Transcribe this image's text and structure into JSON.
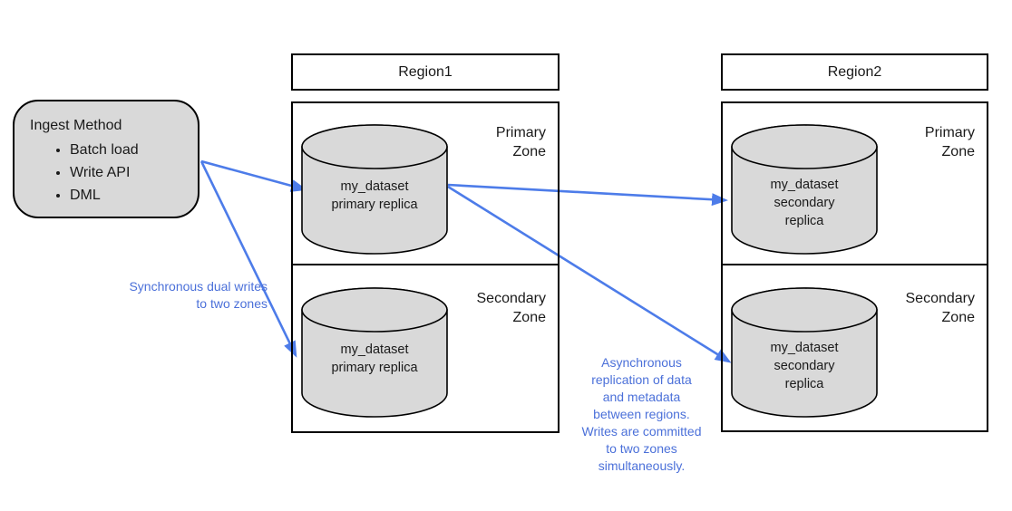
{
  "colors": {
    "arrow": "#4d7ce9",
    "annotation": "#4b70d9",
    "shapeFill": "#d9d9d9",
    "shapeStroke": "#000000"
  },
  "ingest": {
    "title": "Ingest Method",
    "items": [
      "Batch load",
      "Write API",
      "DML"
    ]
  },
  "regions": [
    {
      "title": "Region1",
      "zones": [
        {
          "label": "Primary\nZone",
          "cylinder": "my_dataset\nprimary replica"
        },
        {
          "label": "Secondary\nZone",
          "cylinder": "my_dataset\nprimary replica"
        }
      ]
    },
    {
      "title": "Region2",
      "zones": [
        {
          "label": "Primary\nZone",
          "cylinder": "my_dataset\nsecondary\nreplica"
        },
        {
          "label": "Secondary\nZone",
          "cylinder": "my_dataset\nsecondary\nreplica"
        }
      ]
    }
  ],
  "annotations": {
    "sync": "Synchronous dual writes\nto two zones",
    "async": "Asynchronous\nreplication of data\nand metadata\nbetween regions.\nWrites are committed\nto two zones\nsimultaneously."
  }
}
